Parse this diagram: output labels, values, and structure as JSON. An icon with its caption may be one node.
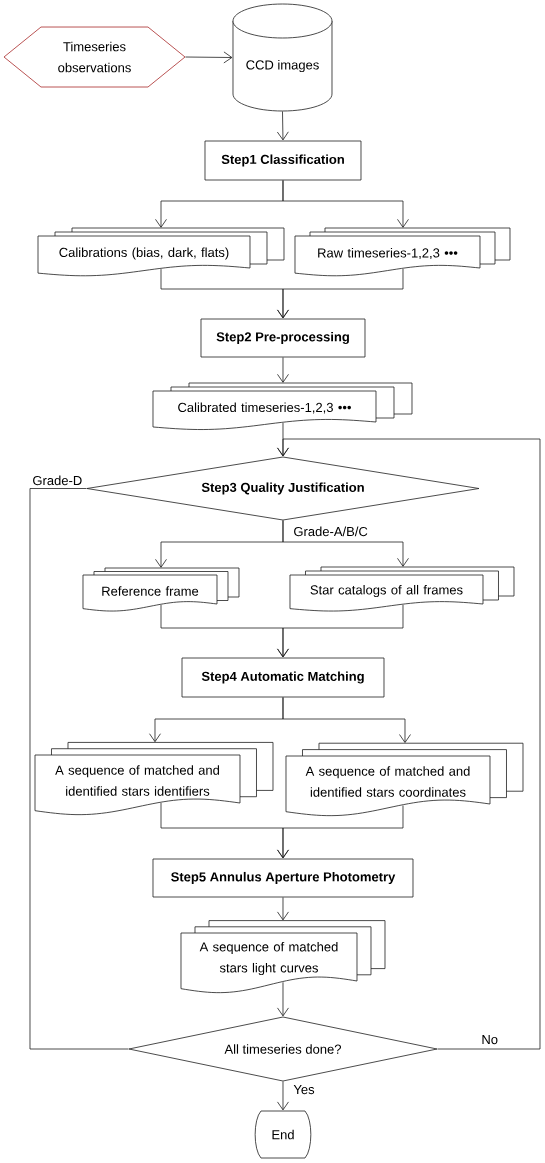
{
  "diagram": {
    "nodes": [
      {
        "text": [
          "Timeseries observations"
        ]
      },
      {
        "text": [
          "CCD images"
        ]
      },
      {
        "text": [
          "Step1 Classification"
        ]
      },
      {
        "text": [
          "Calibrations (bias, dark, flats)"
        ]
      },
      {
        "text": [
          "Raw timeseries-1,2,3 •••"
        ]
      },
      {
        "text": [
          "Step2 Pre-processing"
        ]
      },
      {
        "text": [
          "Calibrated timeseries-1,2,3 •••"
        ]
      },
      {
        "text": [
          "Step3 Quality Justification"
        ]
      },
      {
        "text": [
          "Reference frame"
        ]
      },
      {
        "text": [
          "Star catalogs of all frames"
        ]
      },
      {
        "text": [
          "Step4 Automatic Matching"
        ]
      },
      {
        "text": [
          "A sequence of matched and identified stars identifiers"
        ]
      },
      {
        "text": [
          "A sequence of matched and identified stars coordinates"
        ]
      },
      {
        "text": [
          "Step5 Annulus Aperture Photometry"
        ]
      },
      {
        "text": [
          "A sequence of matched stars light curves"
        ]
      },
      {
        "text": [
          "All timeseries done?"
        ]
      },
      {
        "text": [
          "End"
        ]
      }
    ],
    "edges": [
      {
        "from": 0,
        "to": 1,
        "arrow": "to"
      },
      {
        "from": 1,
        "to": 2,
        "arrow": "to"
      },
      {
        "from": 2,
        "to": 3,
        "arrow": "to"
      },
      {
        "from": 2,
        "to": 4,
        "arrow": "to"
      },
      {
        "from": 3,
        "to": 5,
        "arrow": "to"
      },
      {
        "from": 4,
        "to": 5,
        "arrow": "to"
      },
      {
        "from": 5,
        "to": 6,
        "arrow": "to"
      },
      {
        "from": 6,
        "to": 7,
        "arrow": "to"
      },
      {
        "from": 7,
        "to": 8,
        "arrow": "to",
        "label": "Grade-A/B/C"
      },
      {
        "from": 7,
        "to": 9,
        "arrow": "to"
      },
      {
        "from": 8,
        "to": 10,
        "arrow": "to"
      },
      {
        "from": 9,
        "to": 10,
        "arrow": "to"
      },
      {
        "from": 10,
        "to": 11,
        "arrow": "to"
      },
      {
        "from": 10,
        "to": 12,
        "arrow": "to"
      },
      {
        "from": 11,
        "to": 13,
        "arrow": "to"
      },
      {
        "from": 12,
        "to": 13,
        "arrow": "to"
      },
      {
        "from": 13,
        "to": 14,
        "arrow": "to"
      },
      {
        "from": 14,
        "to": 15,
        "arrow": "to"
      },
      {
        "from": 15,
        "to": 16,
        "arrow": "to",
        "label": "Yes"
      },
      {
        "from": 15,
        "to": 7,
        "arrow": "to",
        "label": "No"
      },
      {
        "from": 7,
        "to": 15,
        "arrow": "none",
        "label": "Grade-D"
      }
    ]
  }
}
